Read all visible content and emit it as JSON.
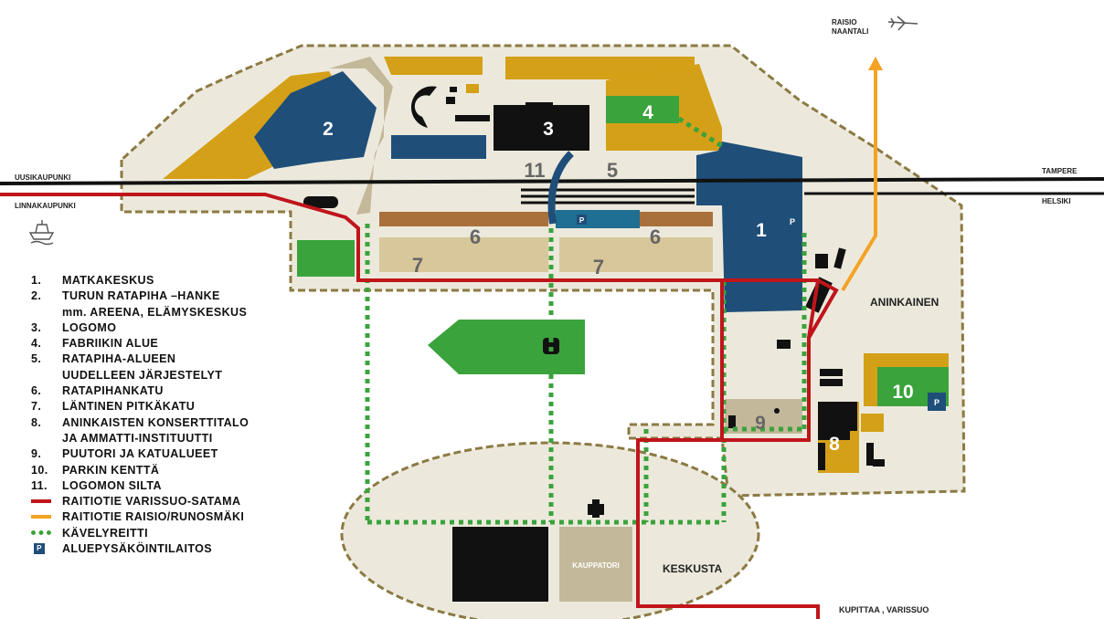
{
  "places": {
    "raisio": "RAISIO",
    "naantali": "NAANTALI",
    "uusikaupunki": "UUSIKAUPUNKI",
    "linnakaupunki": "LINNAKAUPUNKI",
    "tampere": "TAMPERE",
    "helsinki": "HELSIKI",
    "aninkainen": "ANINKAINEN",
    "keskusta": "KESKUSTA",
    "kauppatori": "KAUPPATORI",
    "kupittaa": "KUPITTAA , VARISSUO"
  },
  "map_numbers": {
    "n1": "1",
    "n2": "2",
    "n3": "3",
    "n4": "4",
    "n5": "5",
    "n6a": "6",
    "n6b": "6",
    "n7a": "7",
    "n7b": "7",
    "n8": "8",
    "n9": "9",
    "n10": "10",
    "n11": "11"
  },
  "parking_marks": {
    "p1": "P",
    "p2": "P",
    "p3": "P"
  },
  "legend": {
    "items": [
      {
        "num": "1.",
        "text": "MATKAKESKUS"
      },
      {
        "num": "2.",
        "text": "TURUN RATAPIHA  –HANKE"
      },
      {
        "num": "",
        "text": "mm. AREENA,  ELÄMYSKESKUS"
      },
      {
        "num": "3.",
        "text": "LOGOMO"
      },
      {
        "num": "4.",
        "text": "FABRIIKIN  ALUE"
      },
      {
        "num": "5.",
        "text": "RATAPIHA-ALUEEN"
      },
      {
        "num": "",
        "text": "UUDELLEEN  JÄRJESTELYT"
      },
      {
        "num": "6.",
        "text": "RATAPIHANKATU"
      },
      {
        "num": "7.",
        "text": "LÄNTINEN  PITKÄKATU"
      },
      {
        "num": "8.",
        "text": "ANINKAISTEN  KONSERTTITALO"
      },
      {
        "num": "",
        "text": "JA  AMMATTI-INSTITUUTTI"
      },
      {
        "num": "9.",
        "text": "PUUTORI  JA KATUALUEET"
      },
      {
        "num": "10.",
        "text": "PARKIN  KENTTÄ"
      },
      {
        "num": "11.",
        "text": "LOGOMON  SILTA"
      }
    ],
    "symbols": [
      {
        "type": "red-line",
        "text": "RAITIOTIE  VARISSUO-SATAMA"
      },
      {
        "type": "orange-line",
        "text": "RAITIOTIE  RAISIO/RUNOSMÄKI"
      },
      {
        "type": "green-dots",
        "text": "KÄVELYREITTI"
      },
      {
        "type": "parking",
        "text": "ALUEPYSÄKÖINTILAITOS",
        "mark": "P"
      }
    ]
  },
  "colors": {
    "area_fill": "#ece9dc",
    "area_border": "#8c7a43",
    "gold": "#d4a017",
    "navy": "#1f4e79",
    "green": "#3aa33c",
    "brown": "#a9703b",
    "tan": "#d8c79a",
    "taupe": "#c4b89a",
    "tram_red": "#c0151b",
    "tram_orange": "#f4a223",
    "railway": "#111111"
  }
}
